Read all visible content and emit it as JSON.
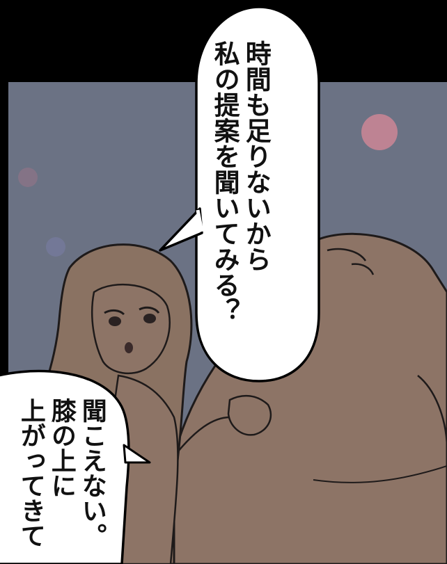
{
  "colors": {
    "background": "#6b7284",
    "border": "#000000",
    "bubble": "#ffffff",
    "skin": "#8d7466",
    "hair": "#8a7262"
  },
  "bubbles": {
    "top": {
      "lines": [
        "時間も足りないから",
        "私の提案を聞いてみる？"
      ]
    },
    "left": {
      "lines": [
        "聞こえない。",
        "膝の上に",
        "上がってきて"
      ]
    }
  }
}
